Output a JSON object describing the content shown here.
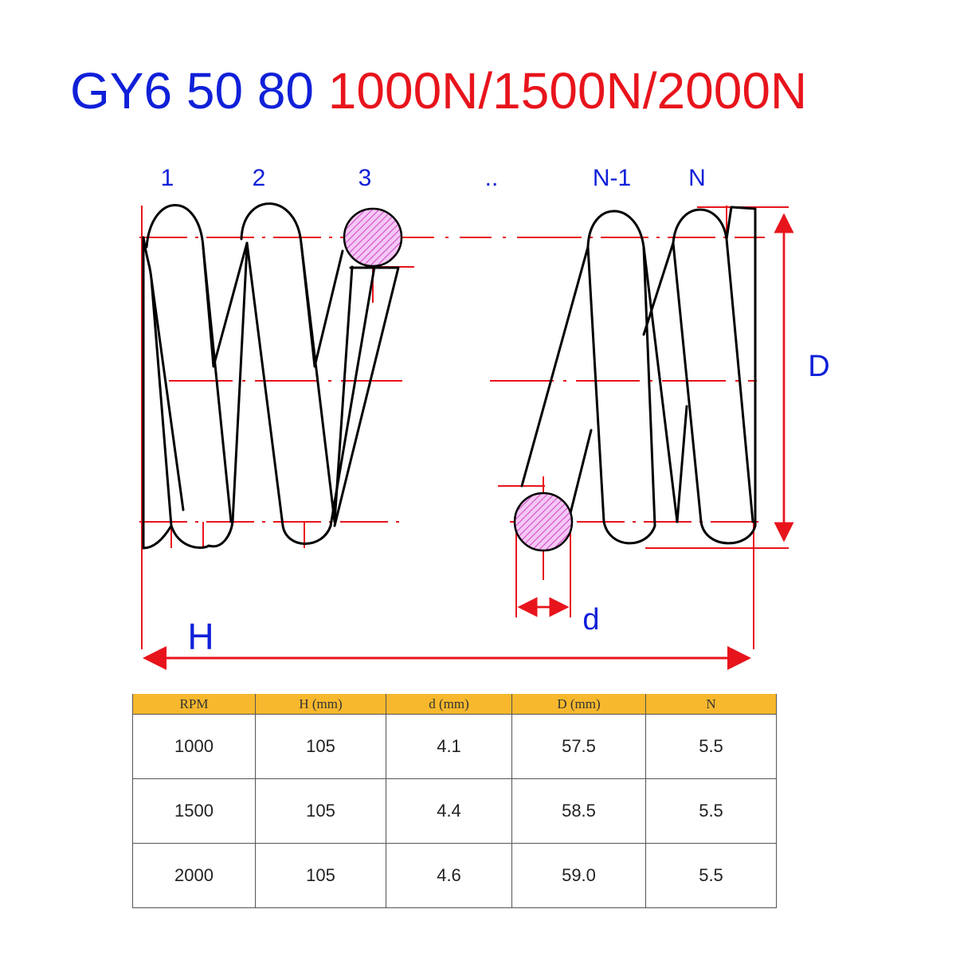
{
  "title": {
    "model": "GY6 50 80",
    "forces": "1000N/1500N/2000N"
  },
  "diagram": {
    "coil_labels": [
      "1",
      "2",
      "3",
      "..",
      "N-1",
      "N"
    ],
    "dim_D": "D",
    "dim_d": "d",
    "dim_H": "H",
    "colors": {
      "dimension": "#e8141c",
      "outline": "#000000",
      "wire": "#e060e0",
      "text": "#1020d8"
    }
  },
  "table": {
    "headers": [
      "RPM",
      "H (mm)",
      "d (mm)",
      "D (mm)",
      "N"
    ],
    "rows": [
      [
        "1000",
        "105",
        "4.1",
        "57.5",
        "5.5"
      ],
      [
        "1500",
        "105",
        "4.4",
        "58.5",
        "5.5"
      ],
      [
        "2000",
        "105",
        "4.6",
        "59.0",
        "5.5"
      ]
    ],
    "header_color": "#f7b82d"
  }
}
